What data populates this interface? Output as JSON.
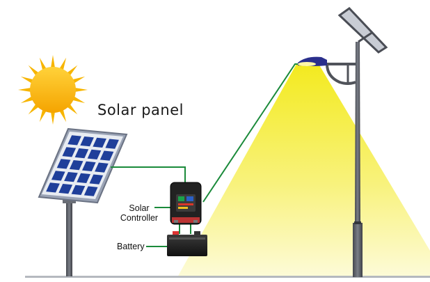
{
  "labels": {
    "solar_panel": "Solar panel",
    "controller_line1": "Solar",
    "controller_line2": "Controller",
    "battery": "Battery"
  },
  "colors": {
    "wire": "#1a8a3a",
    "sun": "#f7b500",
    "light_beam": "#f6ef4a",
    "panel_cell": "#1f3f9a",
    "pole": "#5a5d66",
    "lamp_head": "#2a2f8c"
  },
  "icons": [
    "sun-icon",
    "solar-panel-icon",
    "controller-icon",
    "battery-icon",
    "street-lamp-icon"
  ]
}
